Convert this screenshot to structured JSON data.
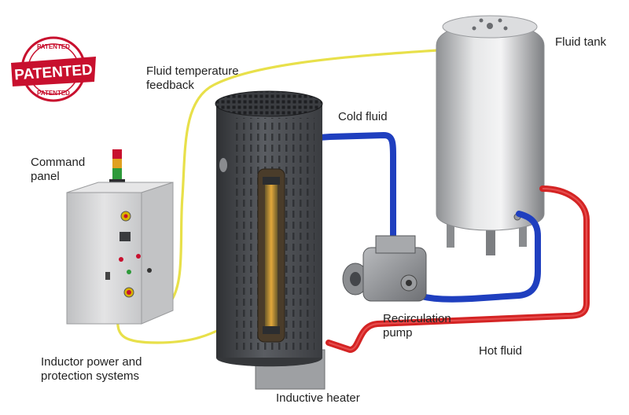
{
  "badge": {
    "text": "PATENTED",
    "ring_text": "PATENTED"
  },
  "labels": {
    "fluid_tank": "Fluid tank",
    "fluid_temperature_feedback": "Fluid temperature\nfeedback",
    "cold_fluid": "Cold fluid",
    "command_panel": "Command\npanel",
    "recirculation_pump": "Recirculation\npump",
    "hot_fluid": "Hot fluid",
    "inductor_power": "Inductor power and\nprotection systems",
    "inductive_heater": "Inductive heater"
  },
  "colors": {
    "hot_pipe": "#d42424",
    "cold_pipe": "#1f3fbf",
    "signal_cable": "#e8e04a",
    "badge_red": "#c8102e",
    "heater_body": "#4a4d52",
    "tank_steel": "#c9cacb",
    "panel_grey": "#d8d8d8"
  },
  "icons": {
    "badge": "patented-seal-icon",
    "beacon": "signal-tower-light-icon"
  }
}
